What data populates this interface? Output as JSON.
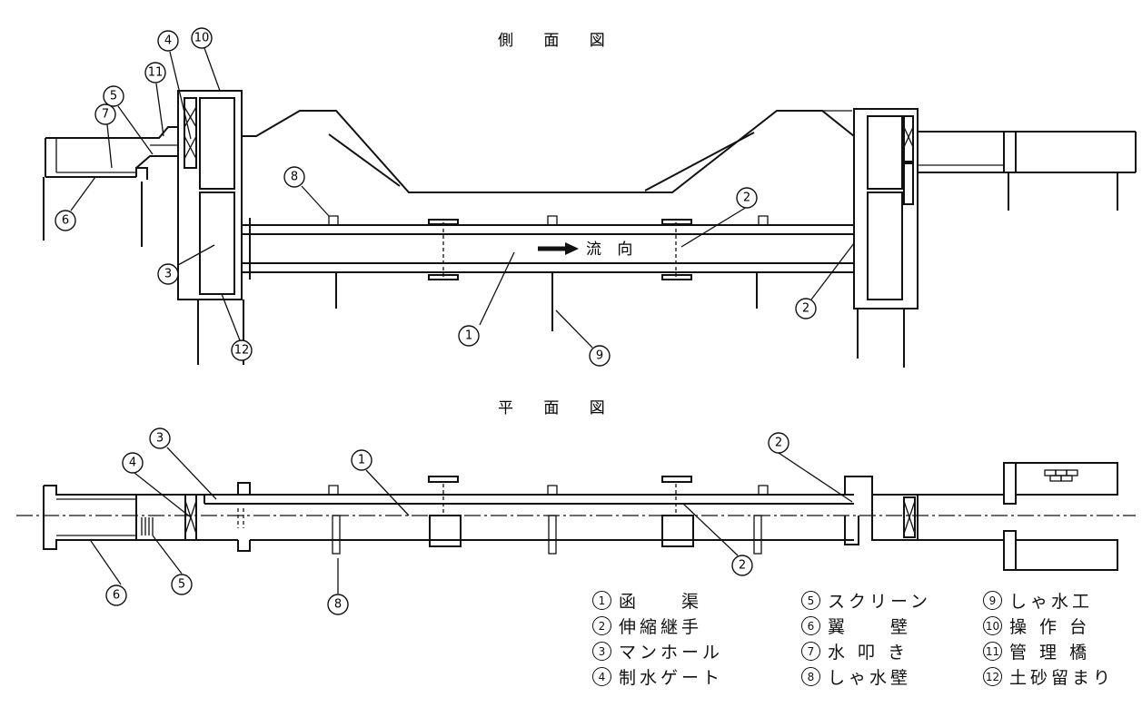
{
  "side_view_title": "側 面 図",
  "plan_view_title": "平 面 図",
  "flow_label": "流 向",
  "legend": [
    {
      "num": "1",
      "text": "函　　渠"
    },
    {
      "num": "2",
      "text": "伸縮継手"
    },
    {
      "num": "3",
      "text": "マンホール"
    },
    {
      "num": "4",
      "text": "制水ゲート"
    },
    {
      "num": "5",
      "text": "スクリーン"
    },
    {
      "num": "6",
      "text": "翼　　壁"
    },
    {
      "num": "7",
      "text": "水 叩 き"
    },
    {
      "num": "8",
      "text": "しゃ水壁"
    },
    {
      "num": "9",
      "text": "しゃ水工"
    },
    {
      "num": "10",
      "text": "操 作 台"
    },
    {
      "num": "11",
      "text": "管 理 橋"
    },
    {
      "num": "12",
      "text": "土砂留まり"
    }
  ],
  "side_callouts": [
    "4",
    "10",
    "11",
    "5",
    "7",
    "6",
    "3",
    "12",
    "8",
    "1",
    "9",
    "2",
    "2"
  ],
  "plan_callouts": [
    "3",
    "4",
    "1",
    "2",
    "2",
    "6",
    "5",
    "8"
  ]
}
